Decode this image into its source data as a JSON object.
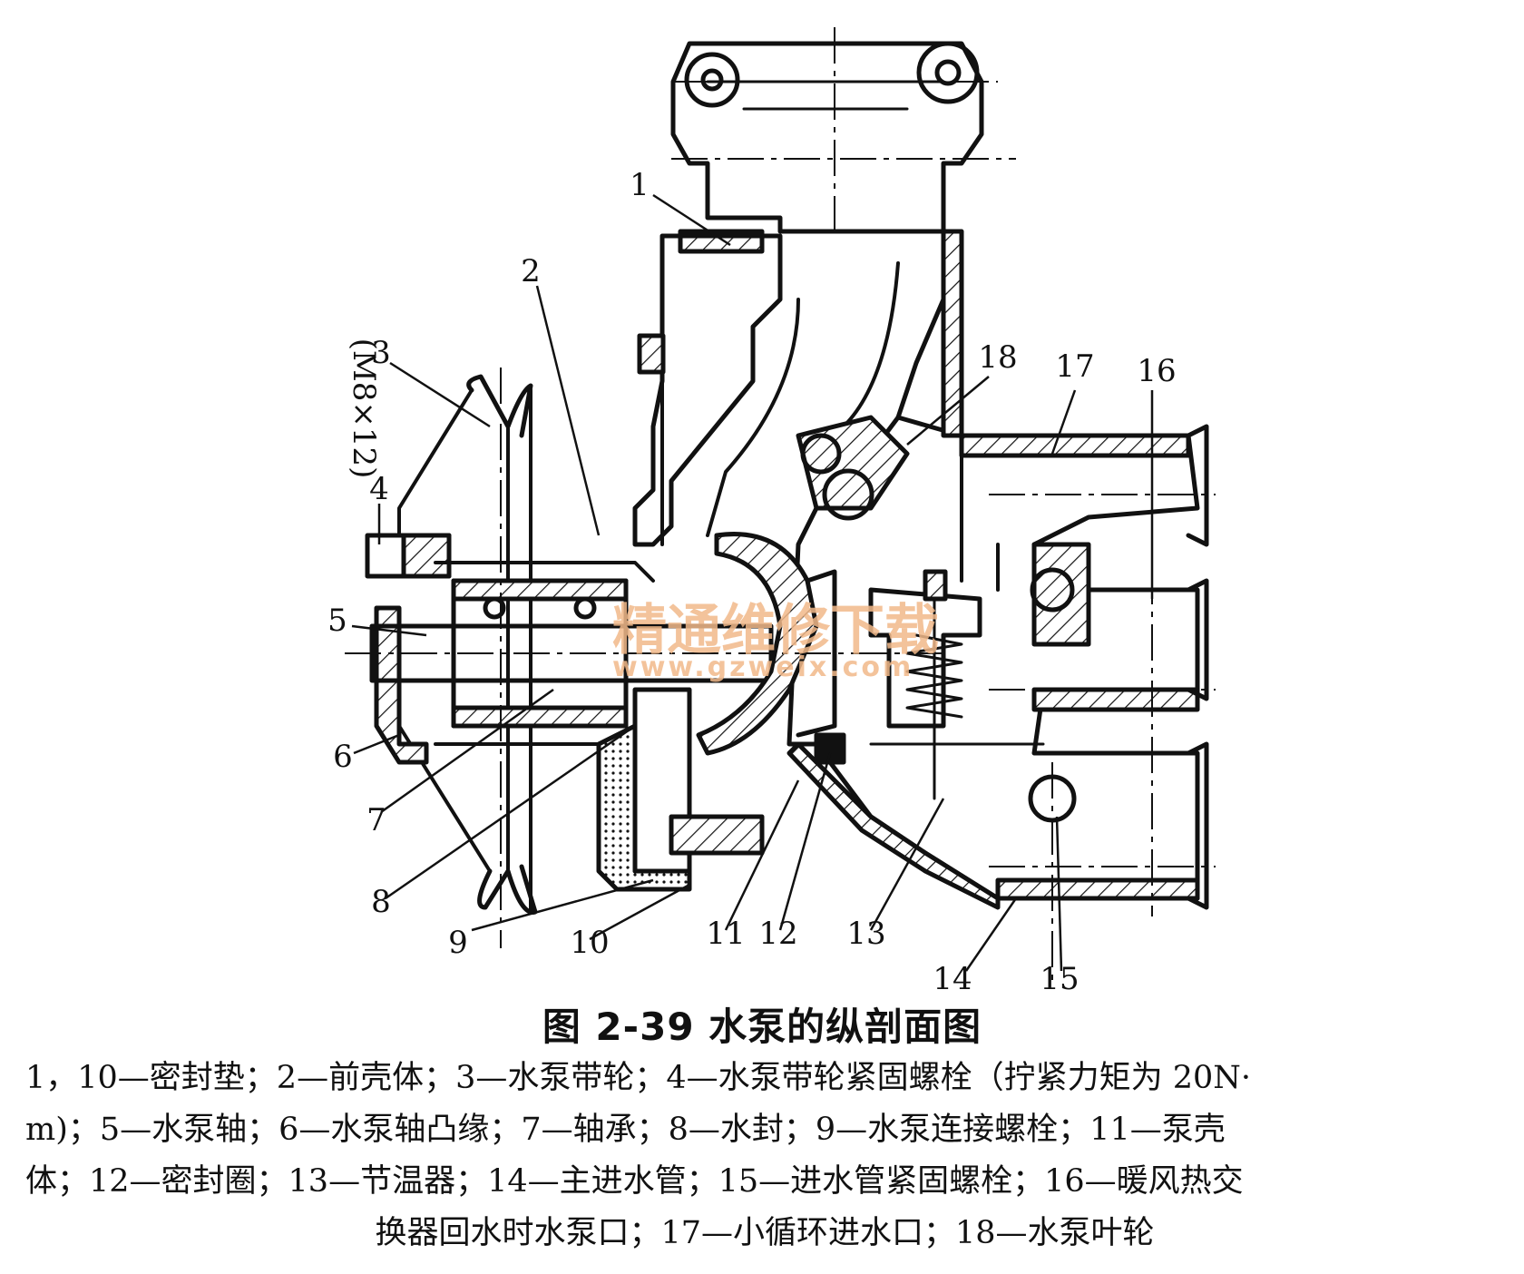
{
  "figure": {
    "callouts": [
      "1",
      "2",
      "3",
      "4",
      "5",
      "6",
      "7",
      "8",
      "9",
      "10",
      "11",
      "12",
      "13",
      "14",
      "15",
      "16",
      "17",
      "18"
    ],
    "spec_label": "(M8×12)",
    "watermark_text": "精通维修下载",
    "watermark_url": "www.gzweix.com"
  },
  "caption": "图 2-39   水泵的纵剖面图",
  "legend": {
    "line1": "1，10—密封垫；2—前壳体；3—水泵带轮；4—水泵带轮紧固螺栓（拧紧力矩为 20N·",
    "line2": "m)；5—水泵轴；6—水泵轴凸缘；7—轴承；8—水封；9—水泵连接螺栓；11—泵壳",
    "line3": "体；12—密封圈；13—节温器；14—主进水管；15—进水管紧固螺栓；16—暖风热交",
    "line4": "换器回水时水泵口；17—小循环进水口；18—水泵叶轮"
  },
  "colors": {
    "ink": "#111111",
    "watermark": "#f2b98a",
    "background": "#ffffff"
  }
}
